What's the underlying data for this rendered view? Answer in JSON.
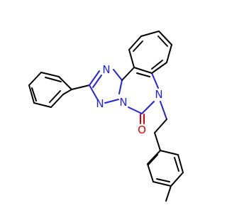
{
  "atoms": {
    "n_top": "N",
    "n_left": "N",
    "n_bridge": "N",
    "n_benzyl": "N",
    "o_carbonyl": "O"
  },
  "colors": {
    "bond": "#000000",
    "nitrogen": "#2323e6",
    "oxygen": "#e60000",
    "background": "#ffffff"
  }
}
